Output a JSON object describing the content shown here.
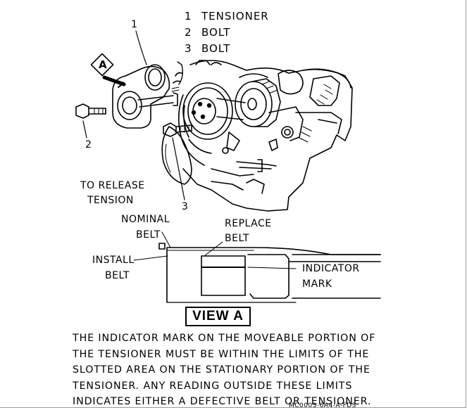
{
  "legend": [
    {
      "num": "1",
      "label": "TENSIONER"
    },
    {
      "num": "2",
      "label": "BOLT"
    },
    {
      "num": "3",
      "label": "BOLT"
    }
  ],
  "callouts": {
    "one": "1",
    "two": "2",
    "three": "3",
    "view_arrow": "A"
  },
  "release": [
    "TO RELEASE",
    "TENSION"
  ],
  "view_a": {
    "nominal": [
      "NOMINAL",
      "BELT"
    ],
    "replace": [
      "REPLACE",
      "BELT"
    ],
    "install": [
      "INSTALL",
      "BELT"
    ],
    "indicator": [
      "INDICATOR",
      "MARK"
    ],
    "title": "VIEW A"
  },
  "note_lines": [
    "THE INDICATOR MARK ON THE MOVEABLE PORTION OF",
    "THE TENSIONER MUST BE WITHIN THE LIMITS OF THE",
    "SLOTTED AREA ON THE STATIONARY PORTION OF THE",
    "TENSIONER. ANY READING OUTSIDE THESE LIMITS",
    "INDICATES EITHER A DEFECTIVE BELT OR TENSIONER."
  ],
  "figure_code": "MC0003-6A4-A-FDS"
}
